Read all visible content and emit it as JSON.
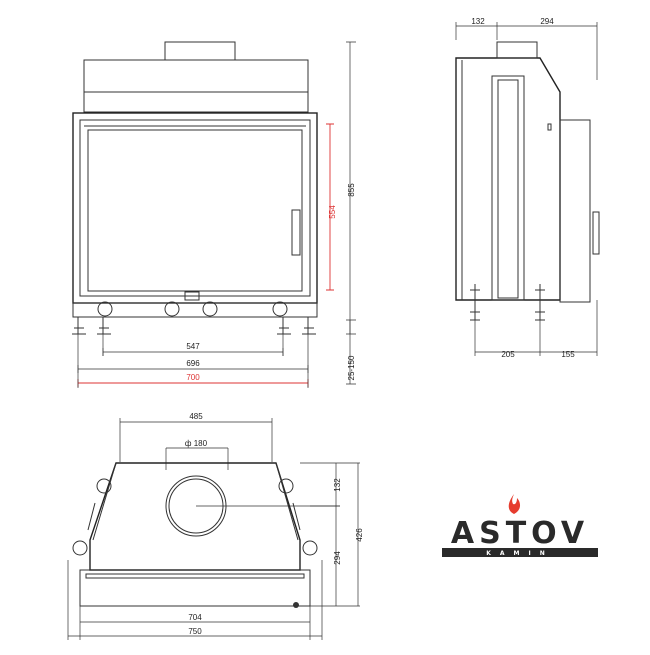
{
  "front_view": {
    "dim_width_inner": "547",
    "dim_width_mid": "696",
    "dim_width_outer": "700",
    "dim_height_total": "855",
    "dim_height_glass": "554",
    "dim_leg_range": "25-150"
  },
  "side_view": {
    "dim_top_left": "132",
    "dim_top_right": "294",
    "dim_bottom_left": "205",
    "dim_bottom_right": "155"
  },
  "top_view": {
    "dim_top_width": "485",
    "dim_flue_diameter": "ф 180",
    "dim_depth_upper": "132",
    "dim_depth_lower": "294",
    "dim_depth_total": "426",
    "dim_width_inner": "704",
    "dim_width_outer": "750"
  },
  "logo": {
    "brand": "ASTOV",
    "sub": "KAMIN",
    "flame_color": "#e63c2e"
  },
  "colors": {
    "highlight": "#dd3333",
    "line": "#333333"
  }
}
